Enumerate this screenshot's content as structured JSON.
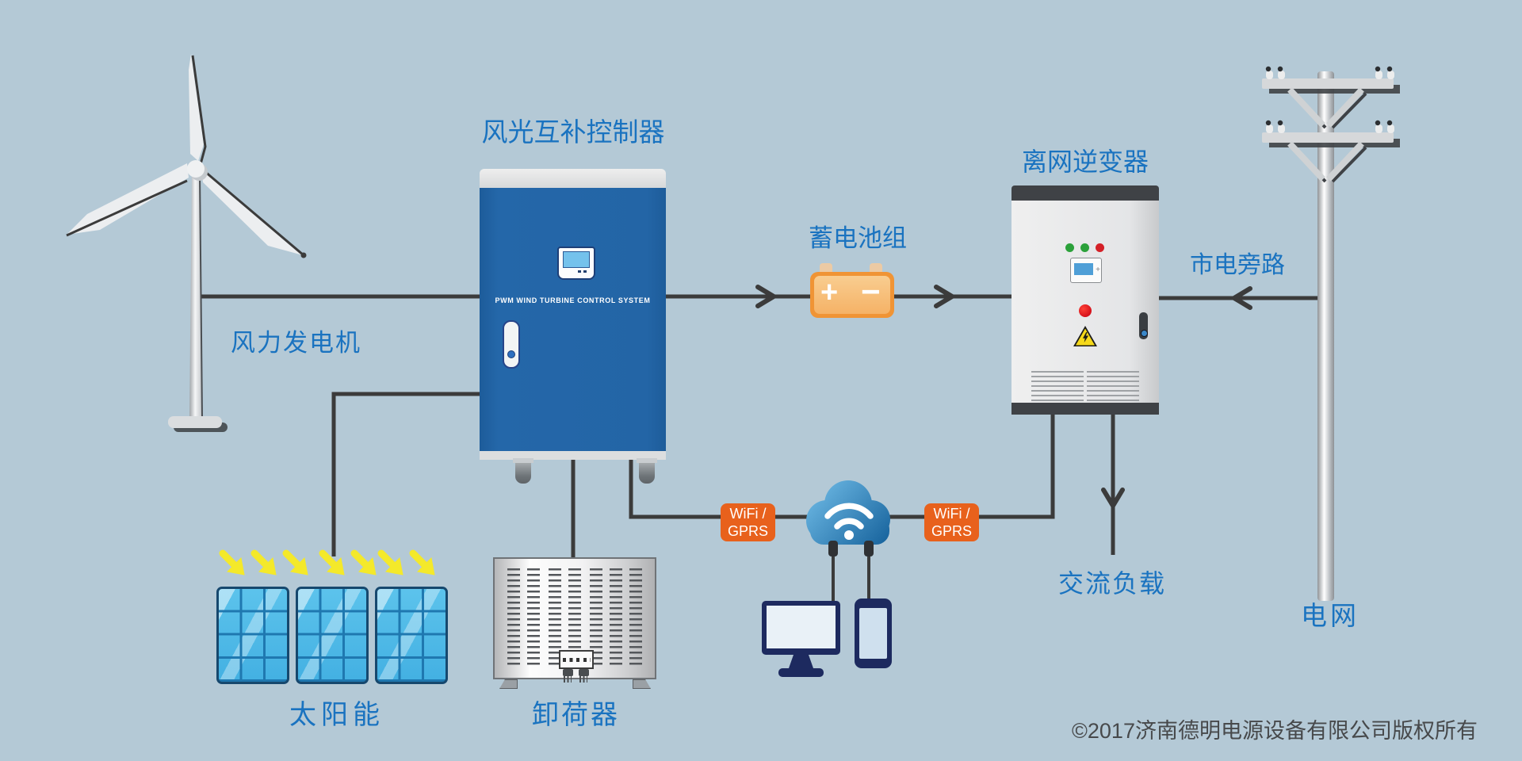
{
  "nodes": {
    "wind_turbine": {
      "label": "风力发电机"
    },
    "controller": {
      "label": "风光互补控制器",
      "panel_text": "PWM WIND TURBINE CONTROL SYSTEM"
    },
    "battery": {
      "label": "蓄电池组",
      "plus": "+",
      "minus": "−"
    },
    "inverter": {
      "label": "离网逆变器"
    },
    "mains_bypass": {
      "label": "市电旁路"
    },
    "grid": {
      "label": "电网"
    },
    "solar": {
      "label": "太阳能"
    },
    "dump_load": {
      "label": "卸荷器"
    },
    "ac_load": {
      "label": "交流负载"
    },
    "wifi_left": {
      "line1": "WiFi /",
      "line2": "GPRS"
    },
    "wifi_right": {
      "line1": "WiFi /",
      "line2": "GPRS"
    }
  },
  "footer": {
    "copyright": "©2017济南德明电源设备有限公司版权所有"
  },
  "colors": {
    "background": "#b4c9d6",
    "label_blue": "#1a73c0",
    "line_dark": "#3b3b3b",
    "controller_blue": "#2365a6",
    "badge_orange": "#e8611c",
    "battery_orange": "#f09435",
    "solar_cell_blue": "#47b4e5",
    "sun_arrow_yellow": "#f4e92a",
    "cloud_blue_dark": "#15619b"
  }
}
